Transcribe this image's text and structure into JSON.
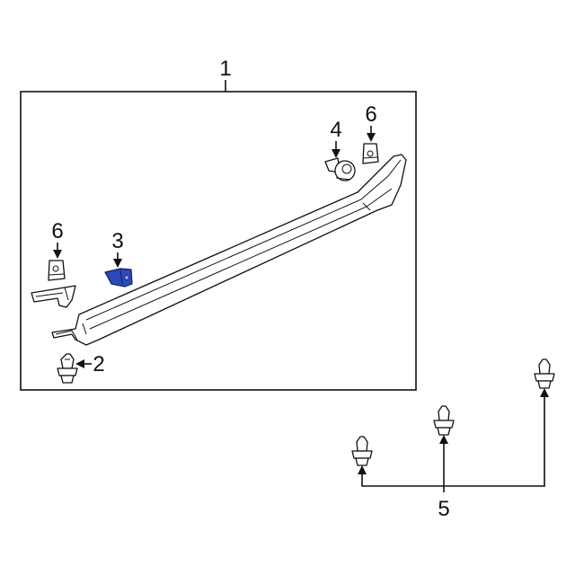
{
  "callouts": {
    "c1": "1",
    "c2": "2",
    "c3": "3",
    "c4": "4",
    "c5": "5",
    "c6a": "6",
    "c6b": "6"
  },
  "colors": {
    "highlight": "#2b49b8",
    "line": "#111111",
    "background": "#ffffff"
  }
}
